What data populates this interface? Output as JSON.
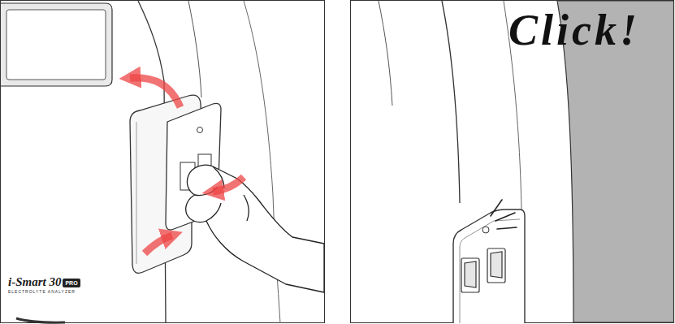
{
  "diagram": {
    "labels": [
      "Click!",
      "i-Smart 30",
      "PRO",
      "ELECTROLYTE ANALYZER"
    ]
  }
}
